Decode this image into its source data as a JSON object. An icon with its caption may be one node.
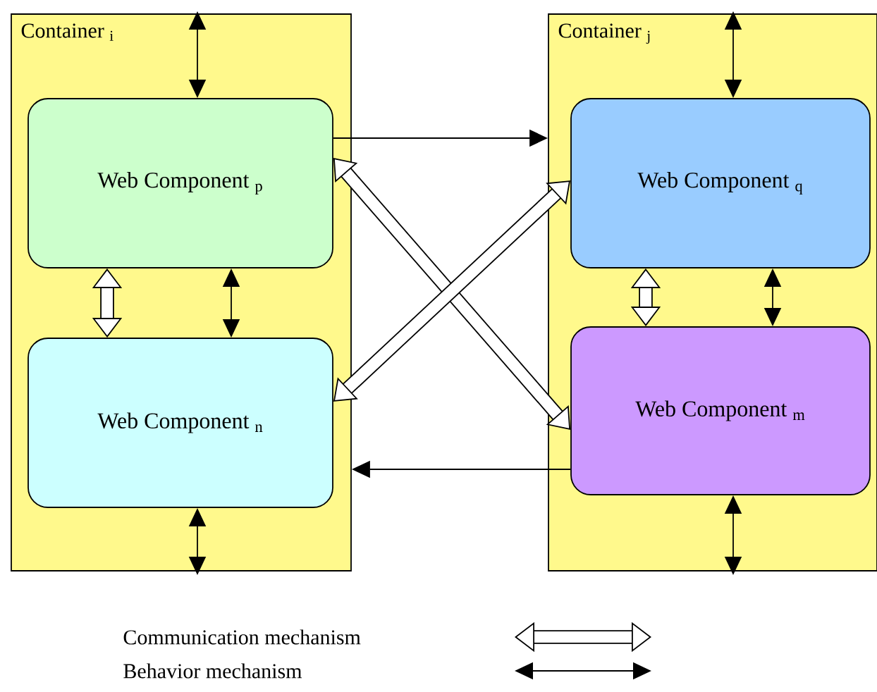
{
  "diagram": {
    "nodes": [
      {
        "text": [
          "Container $_{i}$"
        ]
      },
      {
        "text": [
          "Web Component $_{p}$"
        ],
        "in": 0
      },
      {
        "text": [
          "Web Component $_{n}$"
        ],
        "in": 0
      },
      {
        "text": [
          "Container $_{j}$"
        ]
      },
      {
        "text": [
          "Web Component $_{q}$"
        ],
        "in": 3
      },
      {
        "text": [
          "Web Component $_{m}$"
        ],
        "in": 3
      }
    ],
    "edges": [
      {
        "from": null,
        "to": 1,
        "arrow": "both"
      },
      {
        "from": 1,
        "to": 2,
        "arrow": "both",
        "style": "thick"
      },
      {
        "from": 1,
        "to": 2,
        "arrow": "both"
      },
      {
        "from": 2,
        "to": null,
        "arrow": "both"
      },
      {
        "from": 1,
        "to": 3,
        "arrow": "to"
      },
      {
        "from": 1,
        "to": 5,
        "arrow": "both",
        "style": "thick"
      },
      {
        "from": 2,
        "to": 4,
        "arrow": "both",
        "style": "thick"
      },
      {
        "from": null,
        "to": 4,
        "arrow": "both"
      },
      {
        "from": 4,
        "to": 5,
        "arrow": "both",
        "style": "thick"
      },
      {
        "from": 4,
        "to": 5,
        "arrow": "both"
      },
      {
        "from": 5,
        "to": null,
        "arrow": "both"
      },
      {
        "from": 5,
        "to": 0,
        "arrow": "to"
      }
    ],
    "legend": [
      {
        "text": "Communication mechanism"
      },
      {
        "text": "Behavior mechanism"
      }
    ]
  }
}
